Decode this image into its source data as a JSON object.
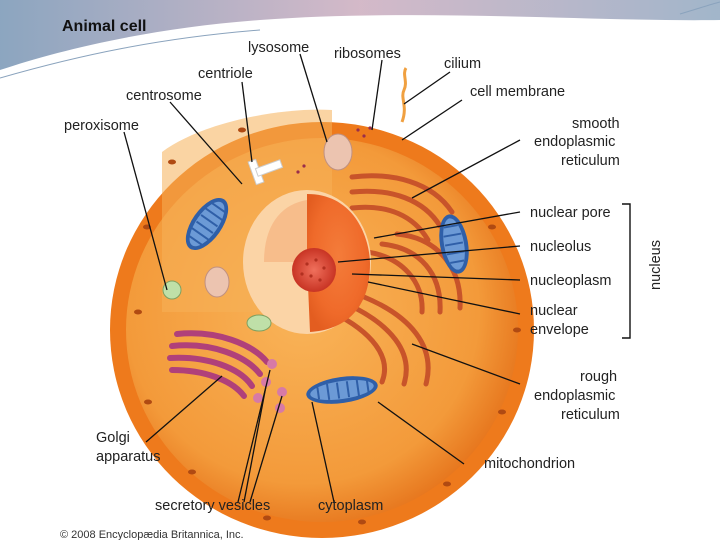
{
  "diagram": {
    "title": "Animal cell",
    "credit": "© 2008 Encyclopædia Britannica, Inc.",
    "bracket_label": "nucleus",
    "labels": {
      "lysosome": "lysosome",
      "ribosomes": "ribosomes",
      "cilium": "cilium",
      "centriole": "centriole",
      "cell_membrane": "cell membrane",
      "centrosome": "centrosome",
      "peroxisome": "peroxisome",
      "smooth_er_1": "smooth",
      "smooth_er_2": "endoplasmic",
      "smooth_er_3": "reticulum",
      "nuclear_pore": "nuclear pore",
      "nucleolus": "nucleolus",
      "nucleoplasm": "nucleoplasm",
      "nuclear_envelope_1": "nuclear",
      "nuclear_envelope_2": "envelope",
      "rough_er_1": "rough",
      "rough_er_2": "endoplasmic",
      "rough_er_3": "reticulum",
      "golgi_1": "Golgi",
      "golgi_2": "apparatus",
      "mitochondrion": "mitochondrion",
      "secretory_vesicles": "secretory vesicles",
      "cytoplasm": "cytoplasm"
    }
  },
  "colors": {
    "cell_outer": "#f07a1e",
    "cytoplasm": "#f7a640",
    "nucleus": "#f9c98e",
    "nucleolus": "#d9402a",
    "mitochondrion": "#3d6fb8",
    "golgi": "#b0407a",
    "slide_accent": "#8aa3bd"
  }
}
